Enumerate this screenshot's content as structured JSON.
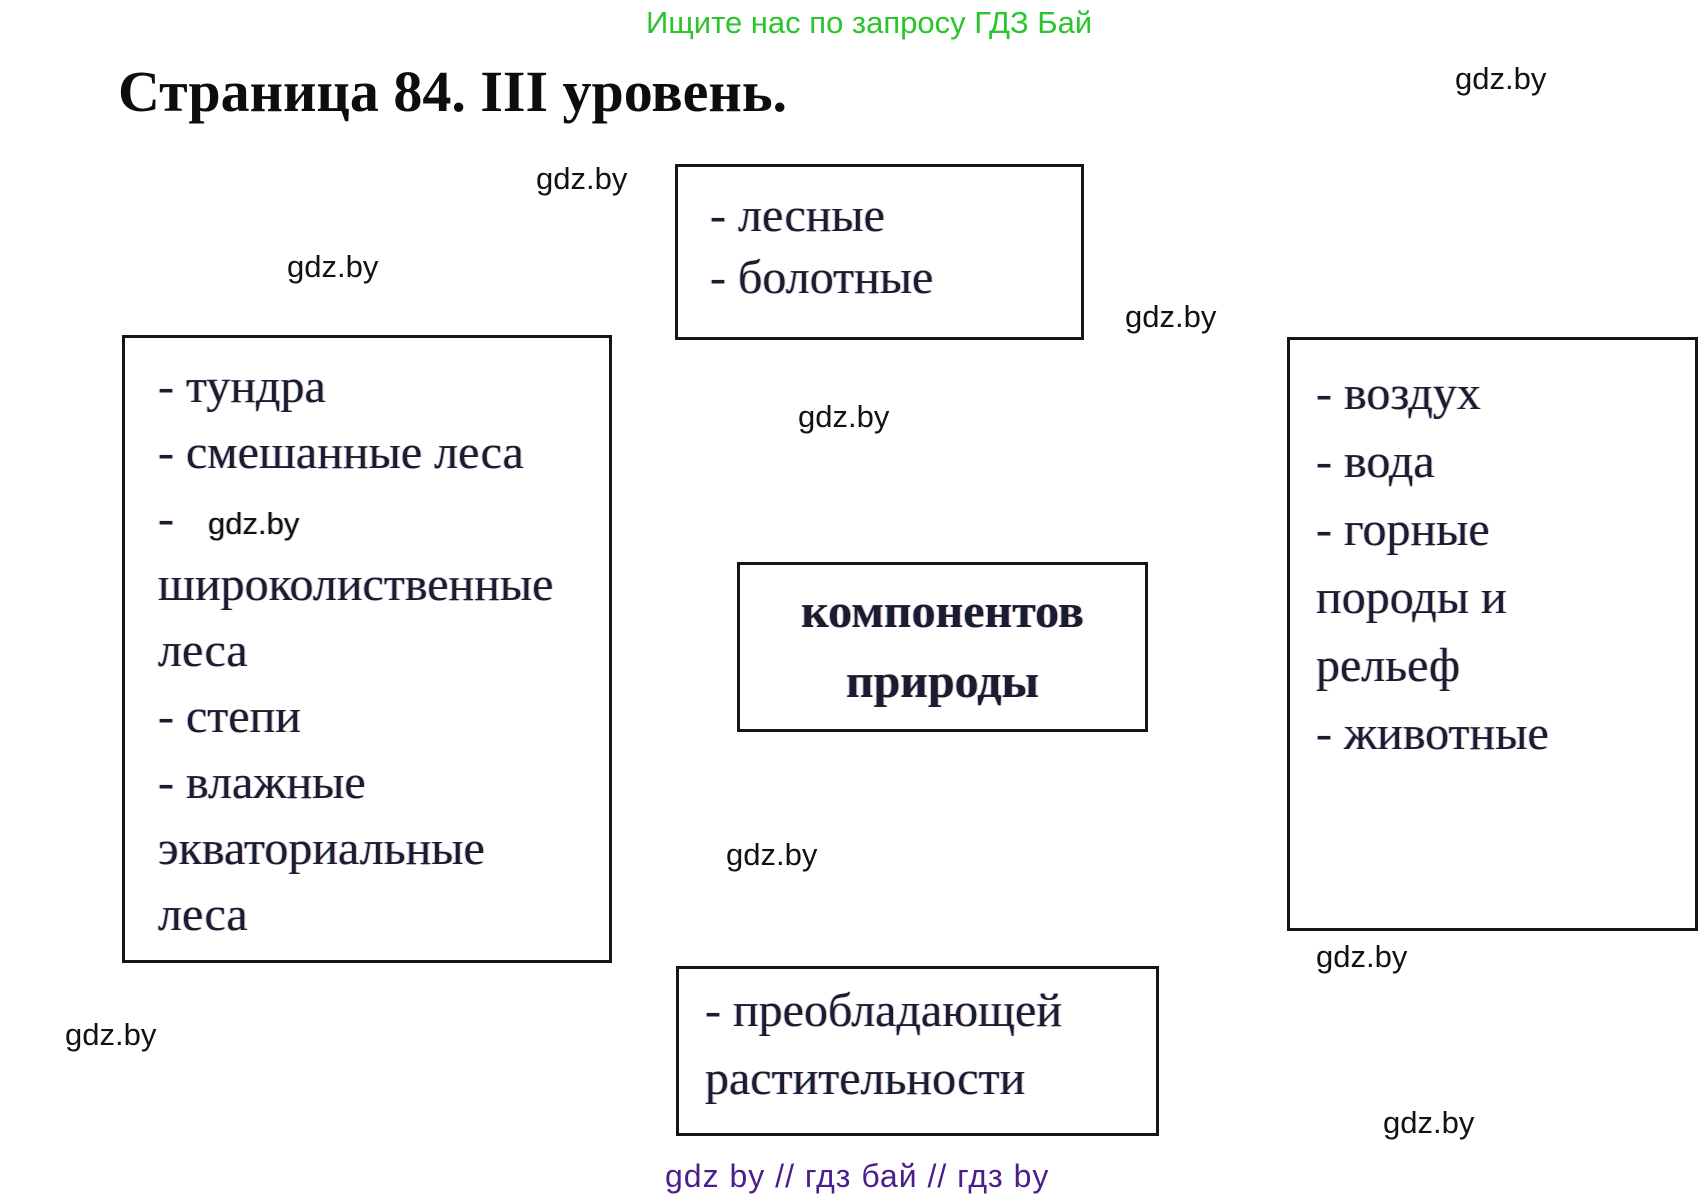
{
  "page": {
    "banner": "Ищите нас по запросу ГДЗ Бай",
    "title": "Страница 84. III уровень.",
    "watermark": "gdz.by",
    "footer": "gdz by  //  гдз бай  //  гдз by"
  },
  "colors": {
    "banner_green": "#2cc42c",
    "footer_purple": "#4c1d8c",
    "box_border": "#151515",
    "box_text": "#1c1c30"
  },
  "diagram": {
    "center_box": {
      "lines": [
        "компонентов",
        "природы"
      ]
    },
    "top_box": {
      "lines": [
        "- лесные",
        "- болотные"
      ]
    },
    "left_box": {
      "lines": [
        "- тундра",
        "- смешанные леса",
        "-",
        "широколиственные",
        "леса",
        "- степи",
        "- влажные",
        "экваториальные",
        "леса"
      ]
    },
    "right_box": {
      "lines": [
        "- воздух",
        "- вода",
        "- горные",
        "породы и",
        "рельеф",
        "- животные"
      ]
    },
    "bottom_box": {
      "lines": [
        "- преобладающей",
        "растительности"
      ]
    }
  }
}
